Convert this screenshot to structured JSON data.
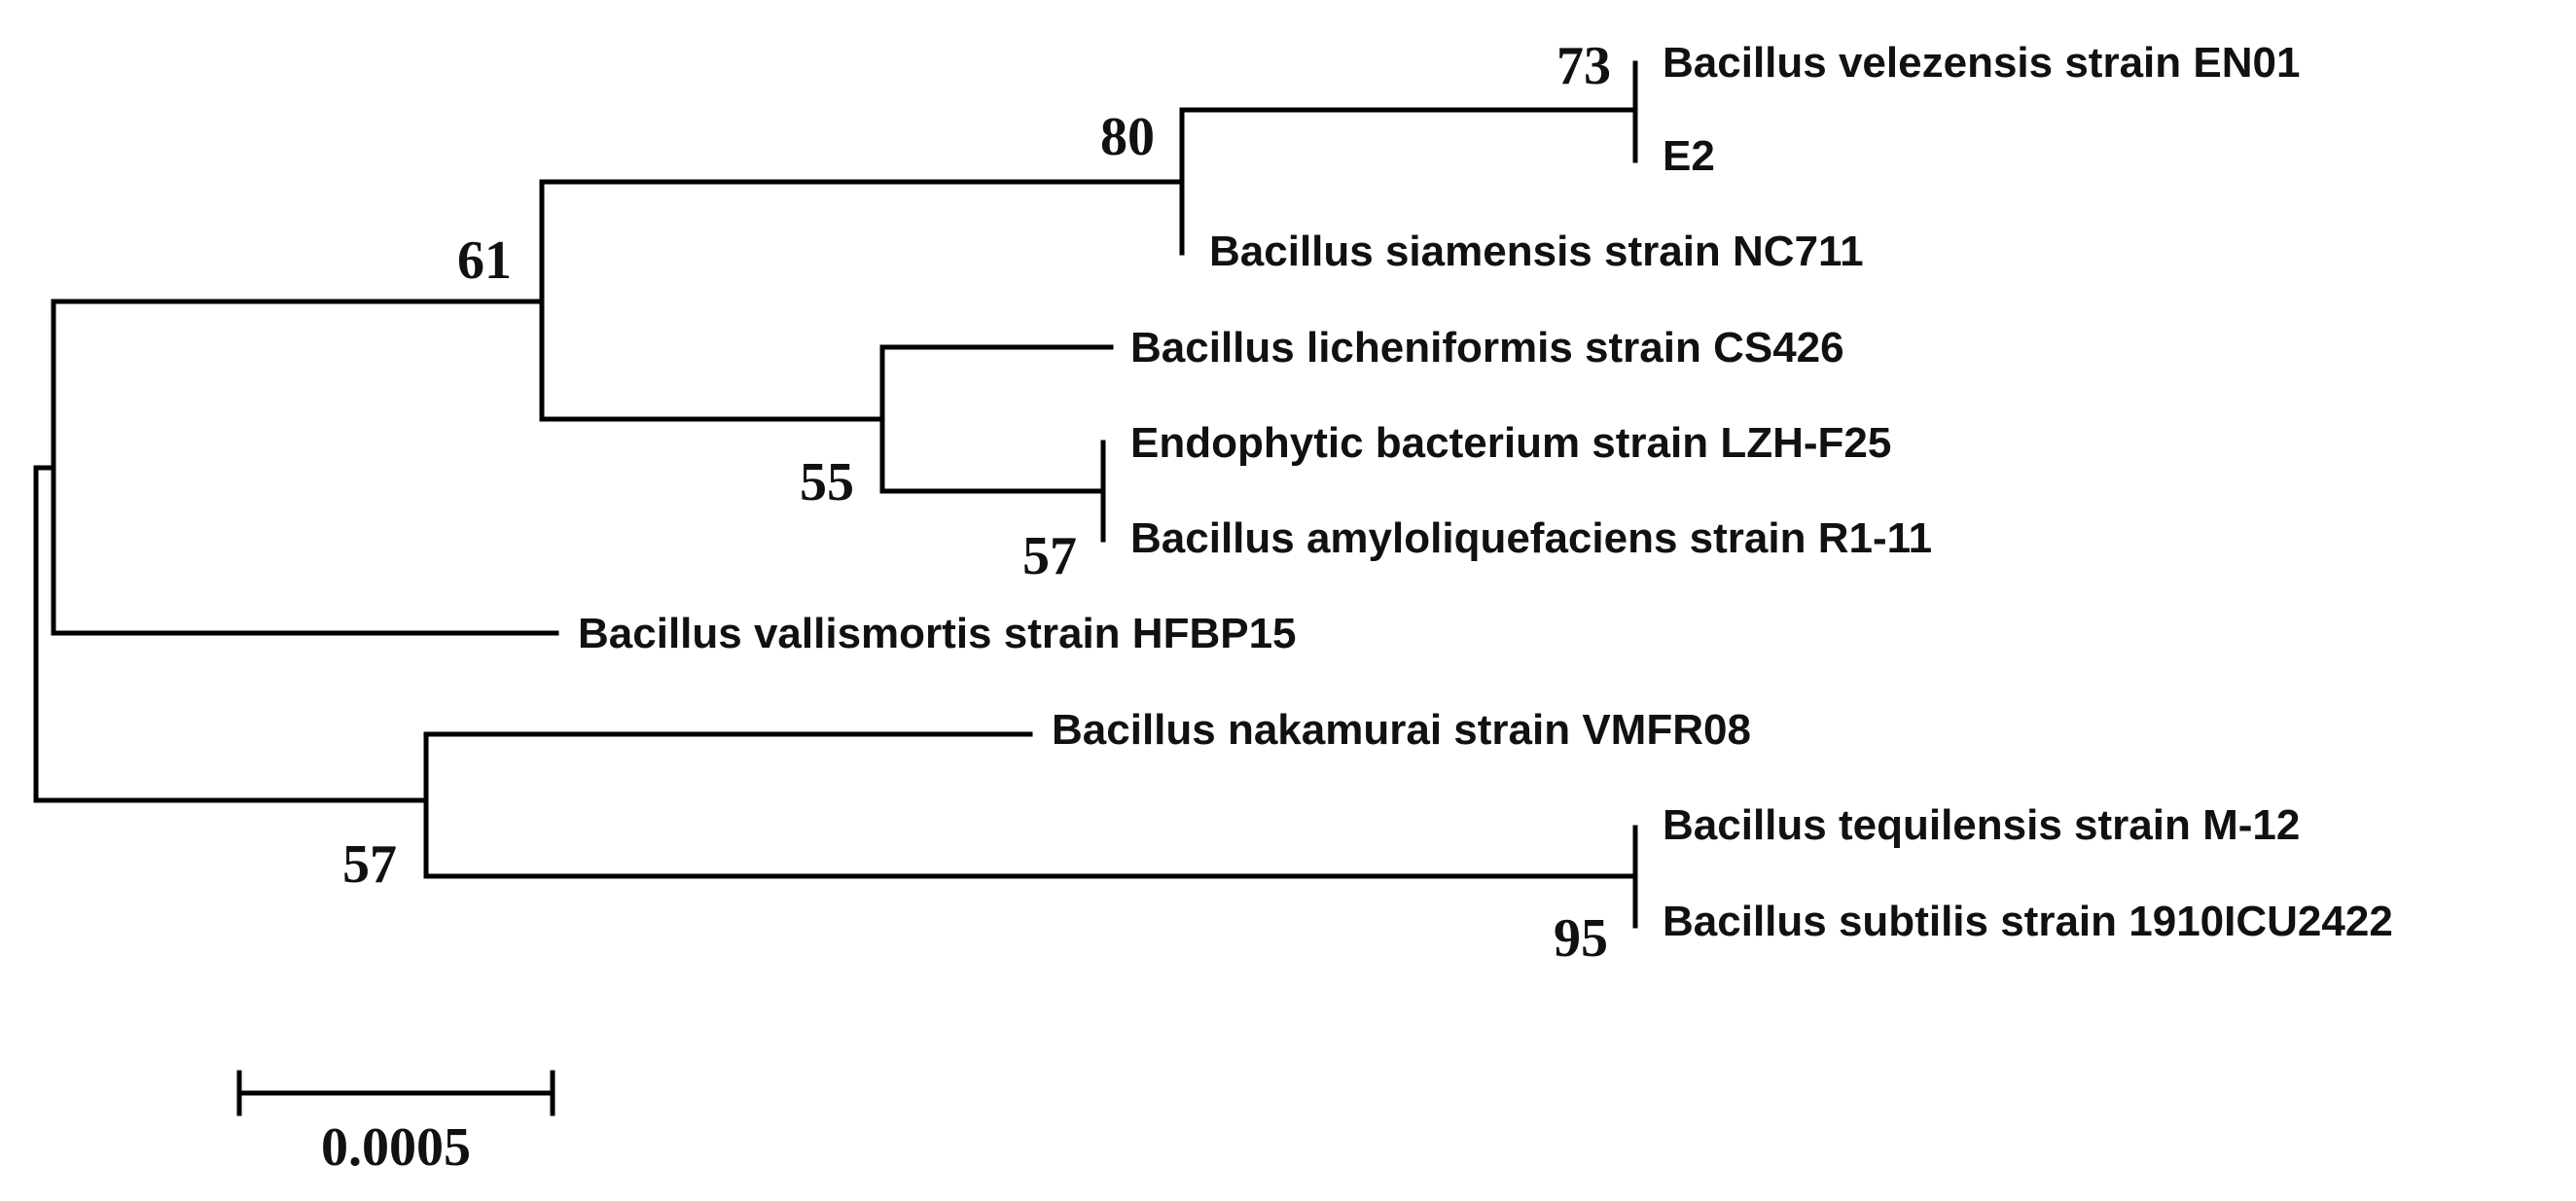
{
  "tree": {
    "taxa": [
      {
        "id": "t1",
        "label": "Bacillus velezensis strain EN01"
      },
      {
        "id": "t2",
        "label": "E2"
      },
      {
        "id": "t3",
        "label": "Bacillus siamensis strain NC711"
      },
      {
        "id": "t4",
        "label": "Bacillus licheniformis strain CS426"
      },
      {
        "id": "t5",
        "label": "Endophytic bacterium strain LZH-F25"
      },
      {
        "id": "t6",
        "label": "Bacillus amyloliquefaciens strain R1-11"
      },
      {
        "id": "t7",
        "label": "Bacillus vallismortis strain HFBP15"
      },
      {
        "id": "t8",
        "label": "Bacillus nakamurai strain VMFR08"
      },
      {
        "id": "t9",
        "label": "Bacillus tequilensis strain M-12"
      },
      {
        "id": "t10",
        "label": "Bacillus subtilis strain 1910ICU2422"
      }
    ],
    "bootstrap": [
      {
        "node": "velezensis-E2",
        "value": "73"
      },
      {
        "node": "velezensis-siamensis",
        "value": "80"
      },
      {
        "node": "upper-clade",
        "value": "61"
      },
      {
        "node": "licheniformis-group",
        "value": "55"
      },
      {
        "node": "LZH-amyloliquefaciens",
        "value": "57"
      },
      {
        "node": "nakamurai-group",
        "value": "57"
      },
      {
        "node": "tequilensis-subtilis",
        "value": "95"
      }
    ]
  },
  "scale_bar": {
    "label": "0.0005"
  }
}
